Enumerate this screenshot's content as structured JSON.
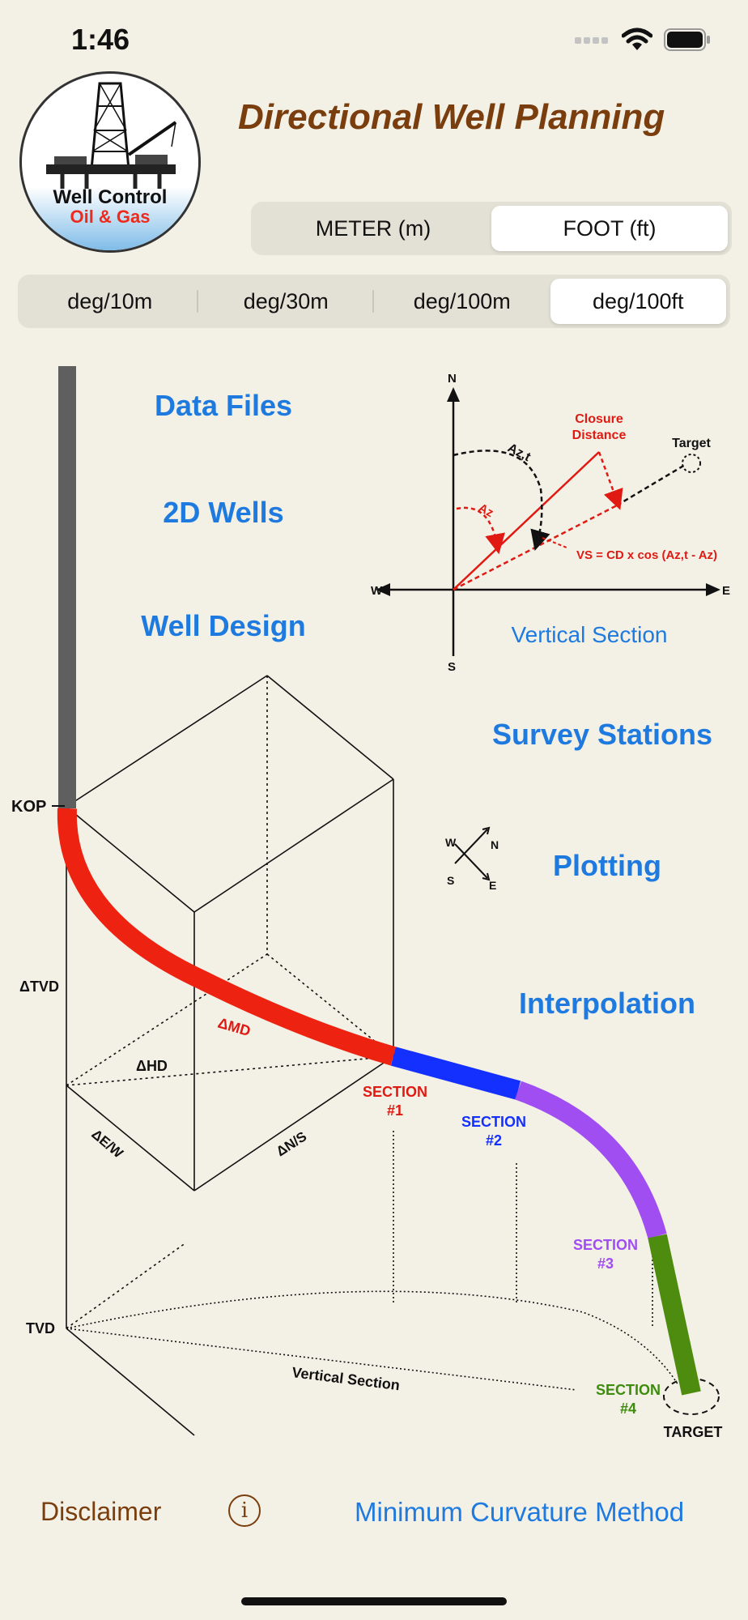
{
  "status": {
    "time": "1:46"
  },
  "app": {
    "title": "Directional Well Planning"
  },
  "logo": {
    "line1": "Well Control",
    "line2": "Oil & Gas"
  },
  "units": {
    "options": [
      "METER (m)",
      "FOOT (ft)"
    ],
    "selected": "FOOT (ft)"
  },
  "rate_units": {
    "options": [
      "deg/10m",
      "deg/30m",
      "deg/100m",
      "deg/100ft"
    ],
    "selected": "deg/100ft"
  },
  "menu": {
    "data_files": "Data Files",
    "wells_2d": "2D Wells",
    "well_design": "Well Design",
    "survey_stations": "Survey Stations",
    "plotting": "Plotting",
    "interpolation": "Interpolation"
  },
  "vs_diagram": {
    "n": "N",
    "s": "S",
    "e": "E",
    "w": "W",
    "closure_1": "Closure",
    "closure_2": "Distance",
    "target": "Target",
    "azt": "Az,t",
    "az": "Az",
    "formula": "VS = CD x cos (Az,t - Az)",
    "caption": "Vertical Section"
  },
  "compass": {
    "w": "W",
    "n": "N",
    "s": "S",
    "e": "E"
  },
  "well_diagram": {
    "kop": "KOP",
    "dtvd": "ΔTVD",
    "dmd": "ΔMD",
    "dhd": "ΔHD",
    "dew": "ΔE/W",
    "dns": "ΔN/S",
    "tvd": "TVD",
    "vertical_section": "Vertical Section",
    "section": "SECTION",
    "s1": "#1",
    "s2": "#2",
    "s3": "#3",
    "s4": "#4",
    "target": "TARGET",
    "colors": {
      "s1": "#ee2211",
      "s2": "#1430ff",
      "s3": "#a04df2",
      "s4": "#4d8c0e",
      "pipe": "#5f5f5f"
    }
  },
  "footer": {
    "disclaimer": "Disclaimer",
    "method": "Minimum Curvature Method"
  }
}
